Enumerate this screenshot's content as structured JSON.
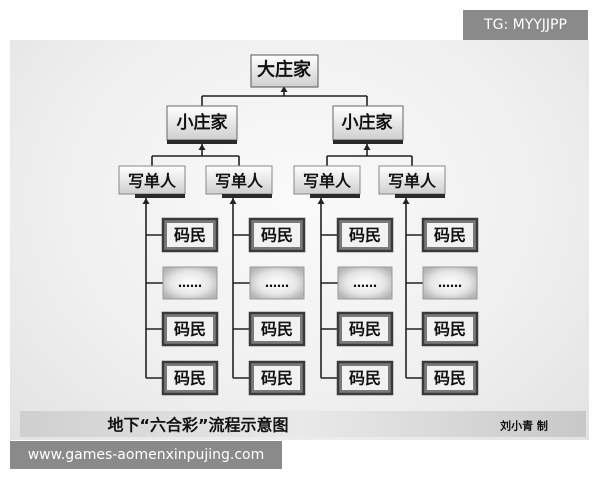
{
  "watermark_top": "TG: MYYJJPP",
  "watermark_bottom": "www.games-aomenxinpujing.com",
  "diagram": {
    "root": "大庄家",
    "level2": [
      "小庄家",
      "小庄家"
    ],
    "level3": [
      "写单人",
      "写单人",
      "写单人",
      "写单人"
    ],
    "column_items": [
      "码民",
      "……",
      "码民",
      "码民"
    ],
    "caption": "地下“六合彩”流程示意图",
    "author": "刘小青 制"
  }
}
